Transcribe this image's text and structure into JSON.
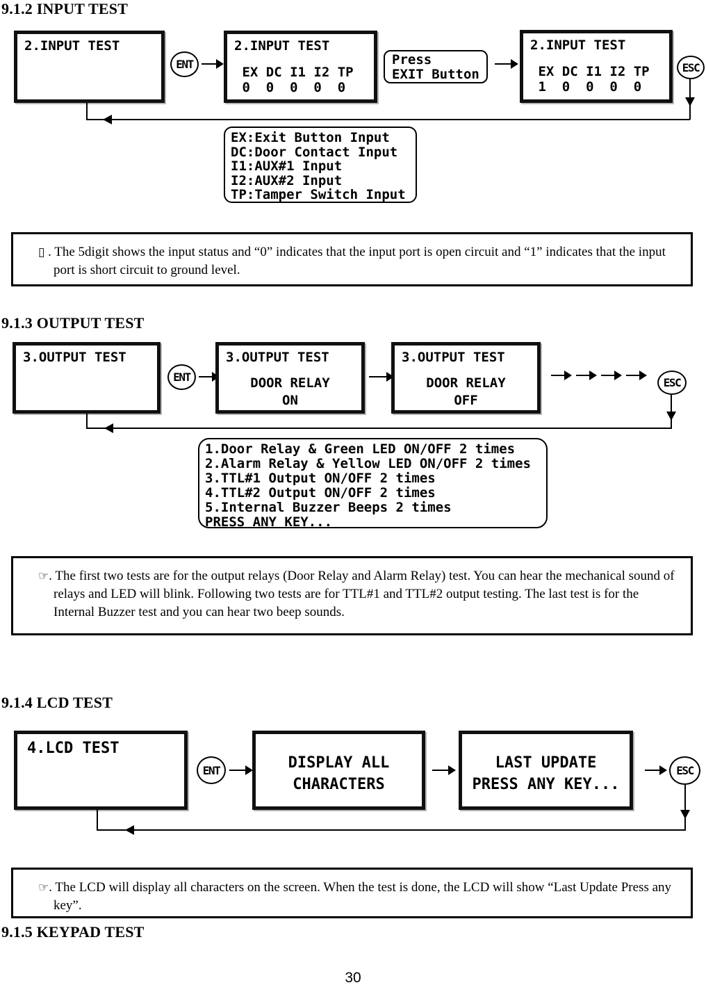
{
  "page_number": "30",
  "input_test": {
    "heading": "9.1.2 INPUT TEST",
    "ent_label": "ENT",
    "esc_label": "ESC",
    "screens": [
      {
        "title": "2.INPUT TEST",
        "body": ""
      },
      {
        "title": "2.INPUT TEST",
        "body": " EX DC I1 I2 TP\n 0  0  0  0  0"
      },
      {
        "title": "2.INPUT TEST",
        "body": " EX DC I1 I2 TP\n 1  0  0  0  0"
      }
    ],
    "press_exit": "Press\nEXIT Button",
    "legend": "EX:Exit Button Input\nDC:Door Contact Input\nI1:AUX#1 Input\nI2:AUX#2 Input\nTP:Tamper Switch Input",
    "note_marker": "▯",
    "note": " . The 5digit shows the input status and “0” indicates that the input port is open circuit and “1” indicates that the input port is short circuit to ground level."
  },
  "output_test": {
    "heading": "9.1.3 OUTPUT TEST",
    "ent_label": "ENT",
    "esc_label": "ESC",
    "screens": [
      {
        "title": "3.OUTPUT TEST",
        "body": ""
      },
      {
        "title": "3.OUTPUT TEST",
        "body": "DOOR RELAY\nON"
      },
      {
        "title": "3.OUTPUT TEST",
        "body": "DOOR RELAY\nOFF"
      }
    ],
    "legend": "1.Door Relay & Green LED ON/OFF 2 times\n2.Alarm Relay & Yellow LED ON/OFF 2 times\n3.TTL#1 Output ON/OFF 2 times\n4.TTL#2 Output ON/OFF 2 times\n5.Internal Buzzer Beeps 2 times\nPRESS ANY KEY...",
    "note_marker": "☞",
    "note": ". The first two tests are for the output relays (Door Relay and Alarm Relay) test. You can hear the mechanical sound of relays and LED will blink. Following two tests are for TTL#1 and TTL#2 output testing. The last test is for the Internal Buzzer test and you can hear two beep sounds."
  },
  "lcd_test": {
    "heading": "9.1.4 LCD TEST",
    "ent_label": "ENT",
    "esc_label": "ESC",
    "screens": [
      {
        "title": "4.LCD TEST",
        "body": ""
      },
      {
        "title": "",
        "body": "DISPLAY ALL\nCHARACTERS"
      },
      {
        "title": "",
        "body": "LAST UPDATE\nPRESS ANY KEY..."
      }
    ],
    "note_marker": "☞",
    "note": ". The LCD will display all characters on the screen. When the test is done, the LCD will show “Last Update Press any key”."
  },
  "keypad_test": {
    "heading": "9.1.5 KEYPAD TEST"
  }
}
